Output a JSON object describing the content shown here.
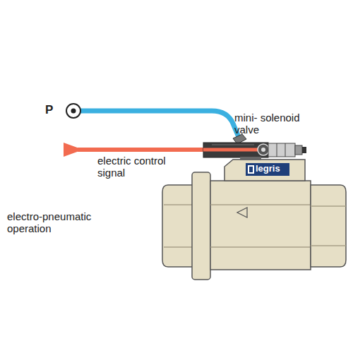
{
  "diagram": {
    "labels": [
      "P",
      "mini- solenoid valve",
      "electric control signal",
      "electro-pneumatic operation",
      "legris"
    ]
  }
}
